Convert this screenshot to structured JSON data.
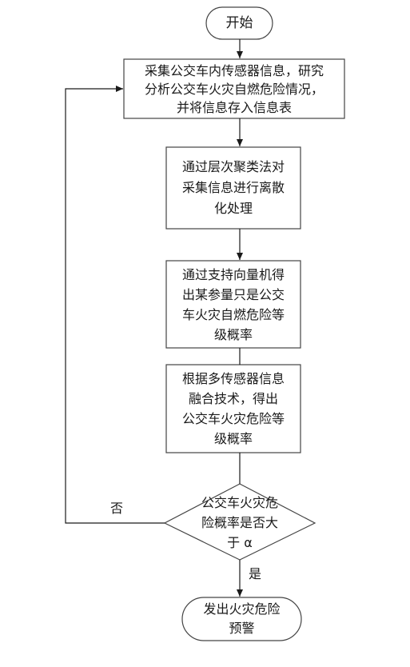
{
  "flowchart": {
    "start": "开始",
    "step1": "采集公交车内传感器信息，研究\n分析公交车火灾自燃危险情况，\n并将信息存入信息表",
    "step2": "通过层次聚类法对\n采集信息进行离散\n化处理",
    "step3": "通过支持向量机得\n出某参量只是公交\n车火灾自燃危险等\n级概率",
    "step4": "根据多传感器信息\n融合技术，得出\n公交车火灾危险等\n级概率",
    "decision": "公交车火灾危\n险概率是否大\n于 α",
    "no_label": "否",
    "yes_label": "是",
    "end": "发出火灾危险\n预警"
  }
}
